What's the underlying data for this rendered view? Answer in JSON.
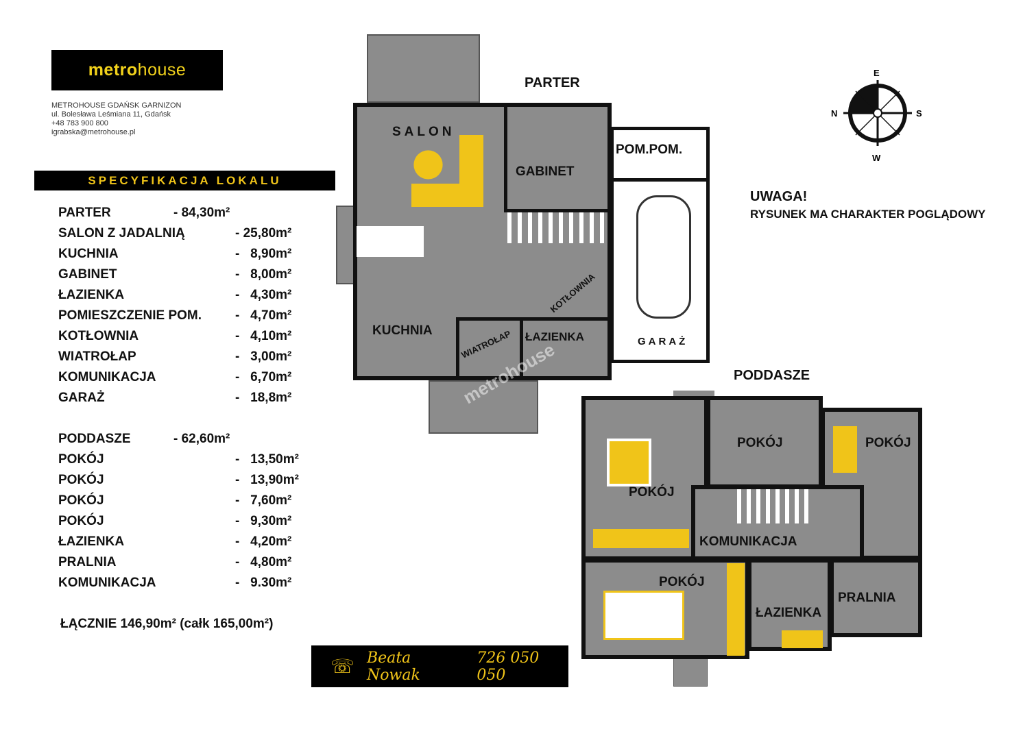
{
  "logo": {
    "bold": "metro",
    "light": "house"
  },
  "contact": [
    "METROHOUSE GDAŃSK GARNIZON",
    "ul. Bolesława Leśmiana 11, Gdańsk",
    "+48 783 900 800",
    "igrabska@metrohouse.pl"
  ],
  "spec_title": "SPECYFIKACJA LOKALU",
  "parter": {
    "label": "PARTER",
    "area": "- 84,30m²",
    "rooms": [
      {
        "name": "SALON Z JADALNIĄ",
        "area": "- 25,80m²"
      },
      {
        "name": "KUCHNIA",
        "area": "-   8,90m²"
      },
      {
        "name": "GABINET",
        "area": "-   8,00m²"
      },
      {
        "name": "ŁAZIENKA",
        "area": "-   4,30m²"
      },
      {
        "name": "POMIESZCZENIE POM.",
        "area": "-   4,70m²"
      },
      {
        "name": "KOTŁOWNIA",
        "area": "-   4,10m²"
      },
      {
        "name": "WIATROŁAP",
        "area": "-   3,00m²"
      },
      {
        "name": "KOMUNIKACJA",
        "area": "-   6,70m²"
      },
      {
        "name": "GARAŻ",
        "area": "-   18,8m²"
      }
    ]
  },
  "poddasze": {
    "label": "PODDASZE",
    "area": "- 62,60m²",
    "rooms": [
      {
        "name": "POKÓJ",
        "area": "-   13,50m²"
      },
      {
        "name": "POKÓJ",
        "area": "-   13,90m²"
      },
      {
        "name": "POKÓJ",
        "area": "-   7,60m²"
      },
      {
        "name": "POKÓJ",
        "area": "-   9,30m²"
      },
      {
        "name": "ŁAZIENKA",
        "area": "-   4,20m²"
      },
      {
        "name": "PRALNIA",
        "area": "-   4,80m²"
      },
      {
        "name": "KOMUNIKACJA",
        "area": "-   9.30m²"
      }
    ]
  },
  "total": "ŁĄCZNIE  146,90m² (całk 165,00m²)",
  "agent": {
    "name": "Beata Nowak",
    "phone": "726 050 050"
  },
  "compass": {
    "n": "N",
    "e": "E",
    "s": "S",
    "w": "W"
  },
  "note": {
    "title": "UWAGA!",
    "text": "RYSUNEK MA CHARAKTER  POGLĄDOWY"
  },
  "plan": {
    "parter_title": "PARTER",
    "poddasze_title": "PODDASZE",
    "parter_labels": {
      "salon": "SALON",
      "gabinet": "GABINET",
      "pompom": "POM.POM.",
      "kuchnia": "KUCHNIA",
      "wiatrolap": "WIATROŁAP",
      "lazienka": "ŁAZIENKA",
      "kotlownia": "KOTŁOWNIA",
      "garaz": "GARAŻ"
    },
    "poddasze_labels": {
      "pokoj1": "POKÓJ",
      "pokoj2": "POKÓJ",
      "pokoj3": "POKÓJ",
      "pokoj4": "POKÓJ",
      "komunikacja": "KOMUNIKACJA",
      "lazienka": "ŁAZIENKA",
      "pralnia": "PRALNIA"
    },
    "watermark": "metrohouse"
  }
}
